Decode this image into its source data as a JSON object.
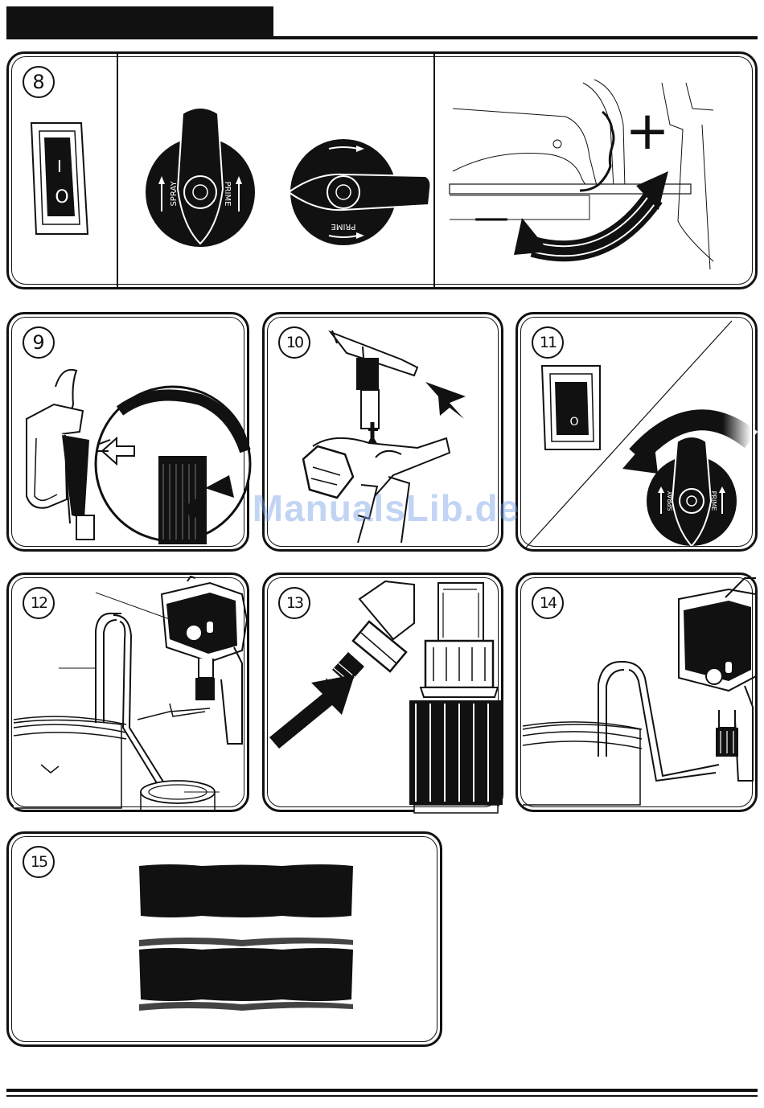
{
  "steps": {
    "s8": "8",
    "s9": "9",
    "s10": "10",
    "s11": "11",
    "s12": "12",
    "s13": "13",
    "s14": "14",
    "s15": "15"
  },
  "switch": {
    "on_symbol": "I",
    "off_symbol": "O"
  },
  "knob": {
    "spray_label": "SPRAY",
    "prime_label": "PRIME"
  },
  "pressure": {
    "plus": "+",
    "minus": "—"
  },
  "watermark": "ManualsLib.de"
}
